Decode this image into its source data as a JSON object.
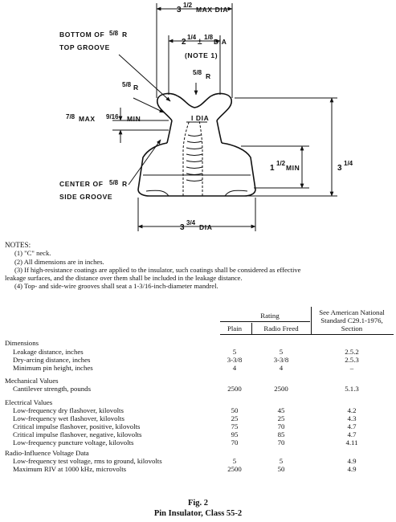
{
  "drawing": {
    "max_dia": "3",
    "max_dia_frac": "1/2",
    "max_dia_unit": "MAX DIA",
    "pin_dia": "2",
    "pin_dia_frac": "1/4",
    "pin_dia_tol": "±",
    "pin_dia_tol_frac": "1/8",
    "pin_dia_unit": "DIA",
    "note1": "(NOTE 1)",
    "bottom_groove_1": "BOTTOM OF",
    "bottom_groove_frac": "5/8",
    "bottom_groove_r": "R",
    "bottom_groove_2": "TOP GROOVE",
    "top_r_frac": "5/8",
    "top_r": "R",
    "side_r_frac": "5/8",
    "side_r": "R",
    "seven_eighths_frac": "7/8",
    "max_label": "MAX",
    "nine_sixteenths_frac": "9/16",
    "min_label": "MIN",
    "one_dia": "I DIA",
    "one_half": "1",
    "one_half_frac": "1/2",
    "one_half_min": "MIN",
    "height": "3",
    "height_frac": "1/4",
    "center_groove_1": "CENTER OF",
    "center_groove_frac": "5/8",
    "center_groove_r": "R",
    "center_groove_2": "SIDE GROOVE",
    "base_dia": "3",
    "base_dia_frac": "3/4",
    "base_dia_unit": "DIA"
  },
  "notes": {
    "heading": "NOTES:",
    "n1": "(1) \"C\" neck.",
    "n2": "(2) All dimensions are in inches.",
    "n3a": "(3) If high-resistance coatings are applied to the insulator, such coatings shall be considered as effective",
    "n3b": "leakage surfaces, and the distance over them shall be included in the leakage distance.",
    "n4": "(4) Top- and side-wire grooves shall seat a 1-3/16-inch-diameter mandrel."
  },
  "table": {
    "rating_header": "Rating",
    "col_plain": "Plain",
    "col_radio": "Radio Freed",
    "std_header_1": "See American National",
    "std_header_2": "Standard C29.1-1976,",
    "std_header_3": "Section",
    "rows": [
      {
        "label": "Dimensions",
        "plain": "",
        "radio": "",
        "section": "",
        "group": true
      },
      {
        "label": "Leakage distance, inches",
        "plain": "5",
        "radio": "5",
        "section": "2.5.2"
      },
      {
        "label": "Dry-arcing distance, inches",
        "plain": "3-3/8",
        "radio": "3-3/8",
        "section": "2.5.3"
      },
      {
        "label": "Minimum pin height, inches",
        "plain": "4",
        "radio": "4",
        "section": "–"
      },
      {
        "label": "Mechanical Values",
        "plain": "",
        "radio": "",
        "section": "",
        "group": true
      },
      {
        "label": "Cantilever strength, pounds",
        "plain": "2500",
        "radio": "2500",
        "section": "5.1.3"
      },
      {
        "label": "Electrical Values",
        "plain": "",
        "radio": "",
        "section": "",
        "group": true
      },
      {
        "label": "Low-frequency dry flashover, kilovolts",
        "plain": "50",
        "radio": "45",
        "section": "4.2"
      },
      {
        "label": "Low-frequency wet flashover, kilovolts",
        "plain": "25",
        "radio": "25",
        "section": "4.3"
      },
      {
        "label": "Critical impulse flashover, positive, kilovolts",
        "plain": "75",
        "radio": "70",
        "section": "4.7"
      },
      {
        "label": "Critical impulse flashover, negative, kilovolts",
        "plain": "95",
        "radio": "85",
        "section": "4.7"
      },
      {
        "label": "Low-frequency puncture voltage, kilovolts",
        "plain": "70",
        "radio": "70",
        "section": "4.11"
      },
      {
        "label": "Radio-Influence Voltage Data",
        "plain": "",
        "radio": "",
        "section": "",
        "group": true
      },
      {
        "label": "Low-frequency test voltage, rms to ground, kilovolts",
        "plain": "5",
        "radio": "5",
        "section": "4.9"
      },
      {
        "label": "Maximum RIV at 1000 kHz, microvolts",
        "plain": "2500",
        "radio": "50",
        "section": "4.9"
      }
    ]
  },
  "caption": {
    "fig": "Fig. 2",
    "title": "Pin Insulator, Class 55-2"
  }
}
